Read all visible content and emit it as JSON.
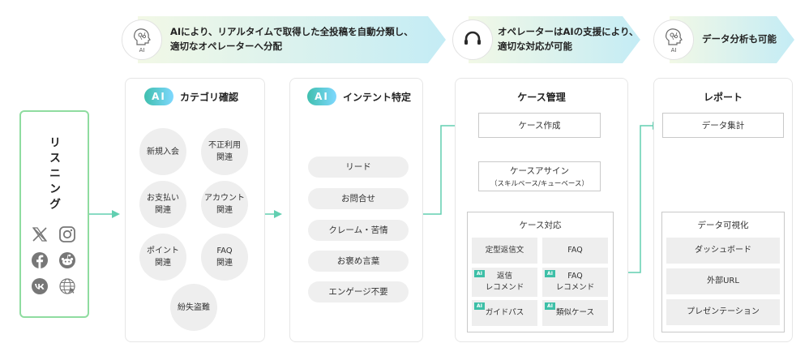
{
  "banners": {
    "first": {
      "text": "AIにより、リアルタイムで取得した全投稿を自動分類し、\n適切なオペレーターへ分配",
      "badge": "AI"
    },
    "second": {
      "text": "オペレーターはAIの支援により、\n適切な対応が可能"
    },
    "third": {
      "text": "データ分析も可能",
      "badge": "AI"
    }
  },
  "listening": {
    "title": "リスニング",
    "icons": [
      "x-icon",
      "instagram-icon",
      "facebook-icon",
      "reddit-icon",
      "vk-icon",
      "web-icon"
    ]
  },
  "category": {
    "ai_label": "AI",
    "title": "カテゴリ確認",
    "items": [
      "新規入会",
      "不正利用\n関連",
      "お支払い\n関連",
      "アカウント\n関連",
      "ポイント\n関連",
      "FAQ\n関連",
      "紛失盗難"
    ]
  },
  "intent": {
    "ai_label": "AI",
    "title": "インテント特定",
    "items": [
      "リード",
      "お問合せ",
      "クレーム・苦情",
      "お褒め言葉",
      "エンゲージ不要"
    ]
  },
  "case": {
    "title": "ケース管理",
    "create": "ケース作成",
    "assign": "ケースアサイン",
    "assign_sub": "（スキルベース/キューベース）",
    "handling_title": "ケース対応",
    "ai_tag": "AI",
    "cells": [
      "定型返信文",
      "FAQ",
      "返信\nレコメンド",
      "FAQ\nレコメンド",
      "ガイドパス",
      "類似ケース"
    ]
  },
  "report": {
    "title": "レポート",
    "aggregate": "データ集計",
    "viz_title": "データ可視化",
    "items": [
      "ダッシュボード",
      "外部URL",
      "プレゼンテーション"
    ]
  },
  "colors": {
    "accent_green": "#3dbfa7",
    "banner_start": "#f2f8e6",
    "banner_end": "#c4ecf5",
    "listening_border": "#8fdca0"
  }
}
